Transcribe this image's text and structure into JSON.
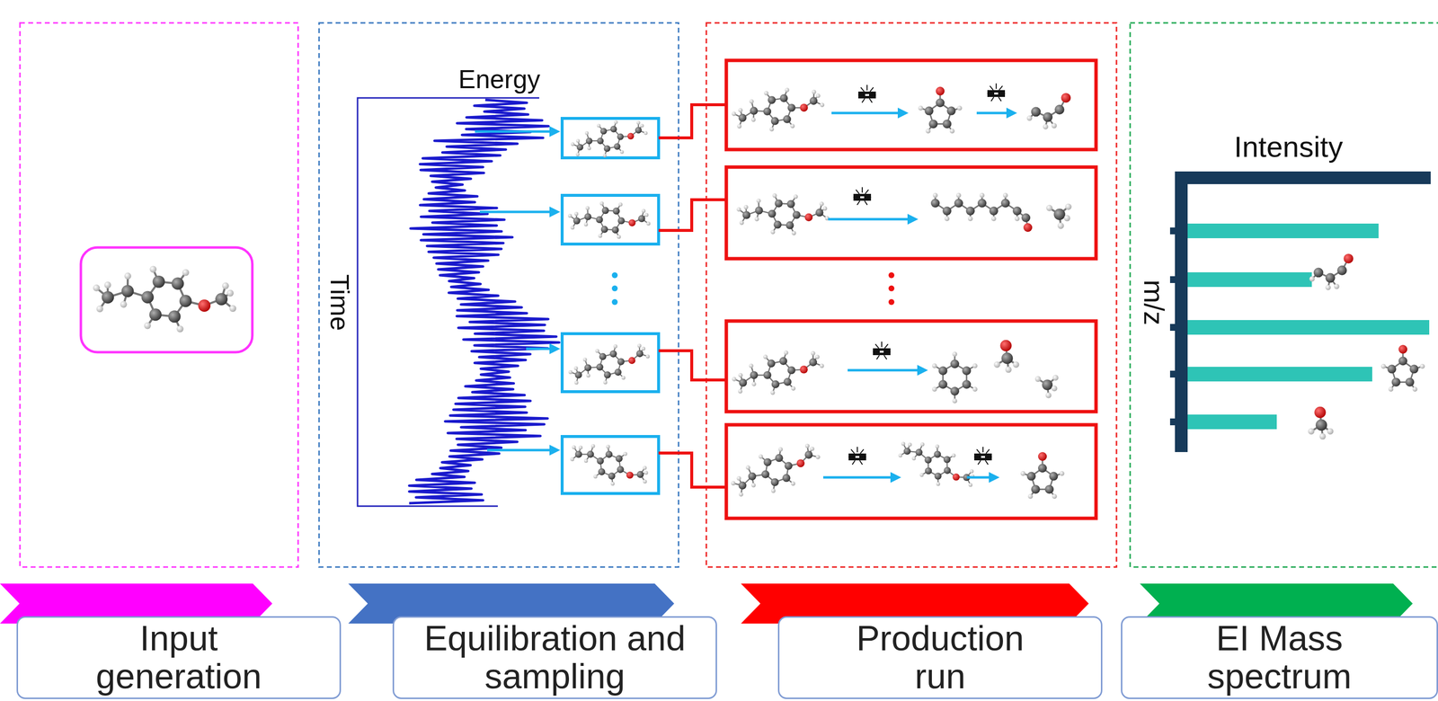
{
  "diagram": {
    "nodes": [
      {
        "text": [
          "Input generation"
        ]
      },
      {
        "text": [
          "Equilibration and sampling"
        ]
      },
      {
        "text": [
          "Production run"
        ]
      },
      {
        "text": [
          "EI Mass spectrum"
        ]
      }
    ],
    "labels": [
      "Energy",
      "Time",
      "m/z",
      "Intensity"
    ]
  }
}
